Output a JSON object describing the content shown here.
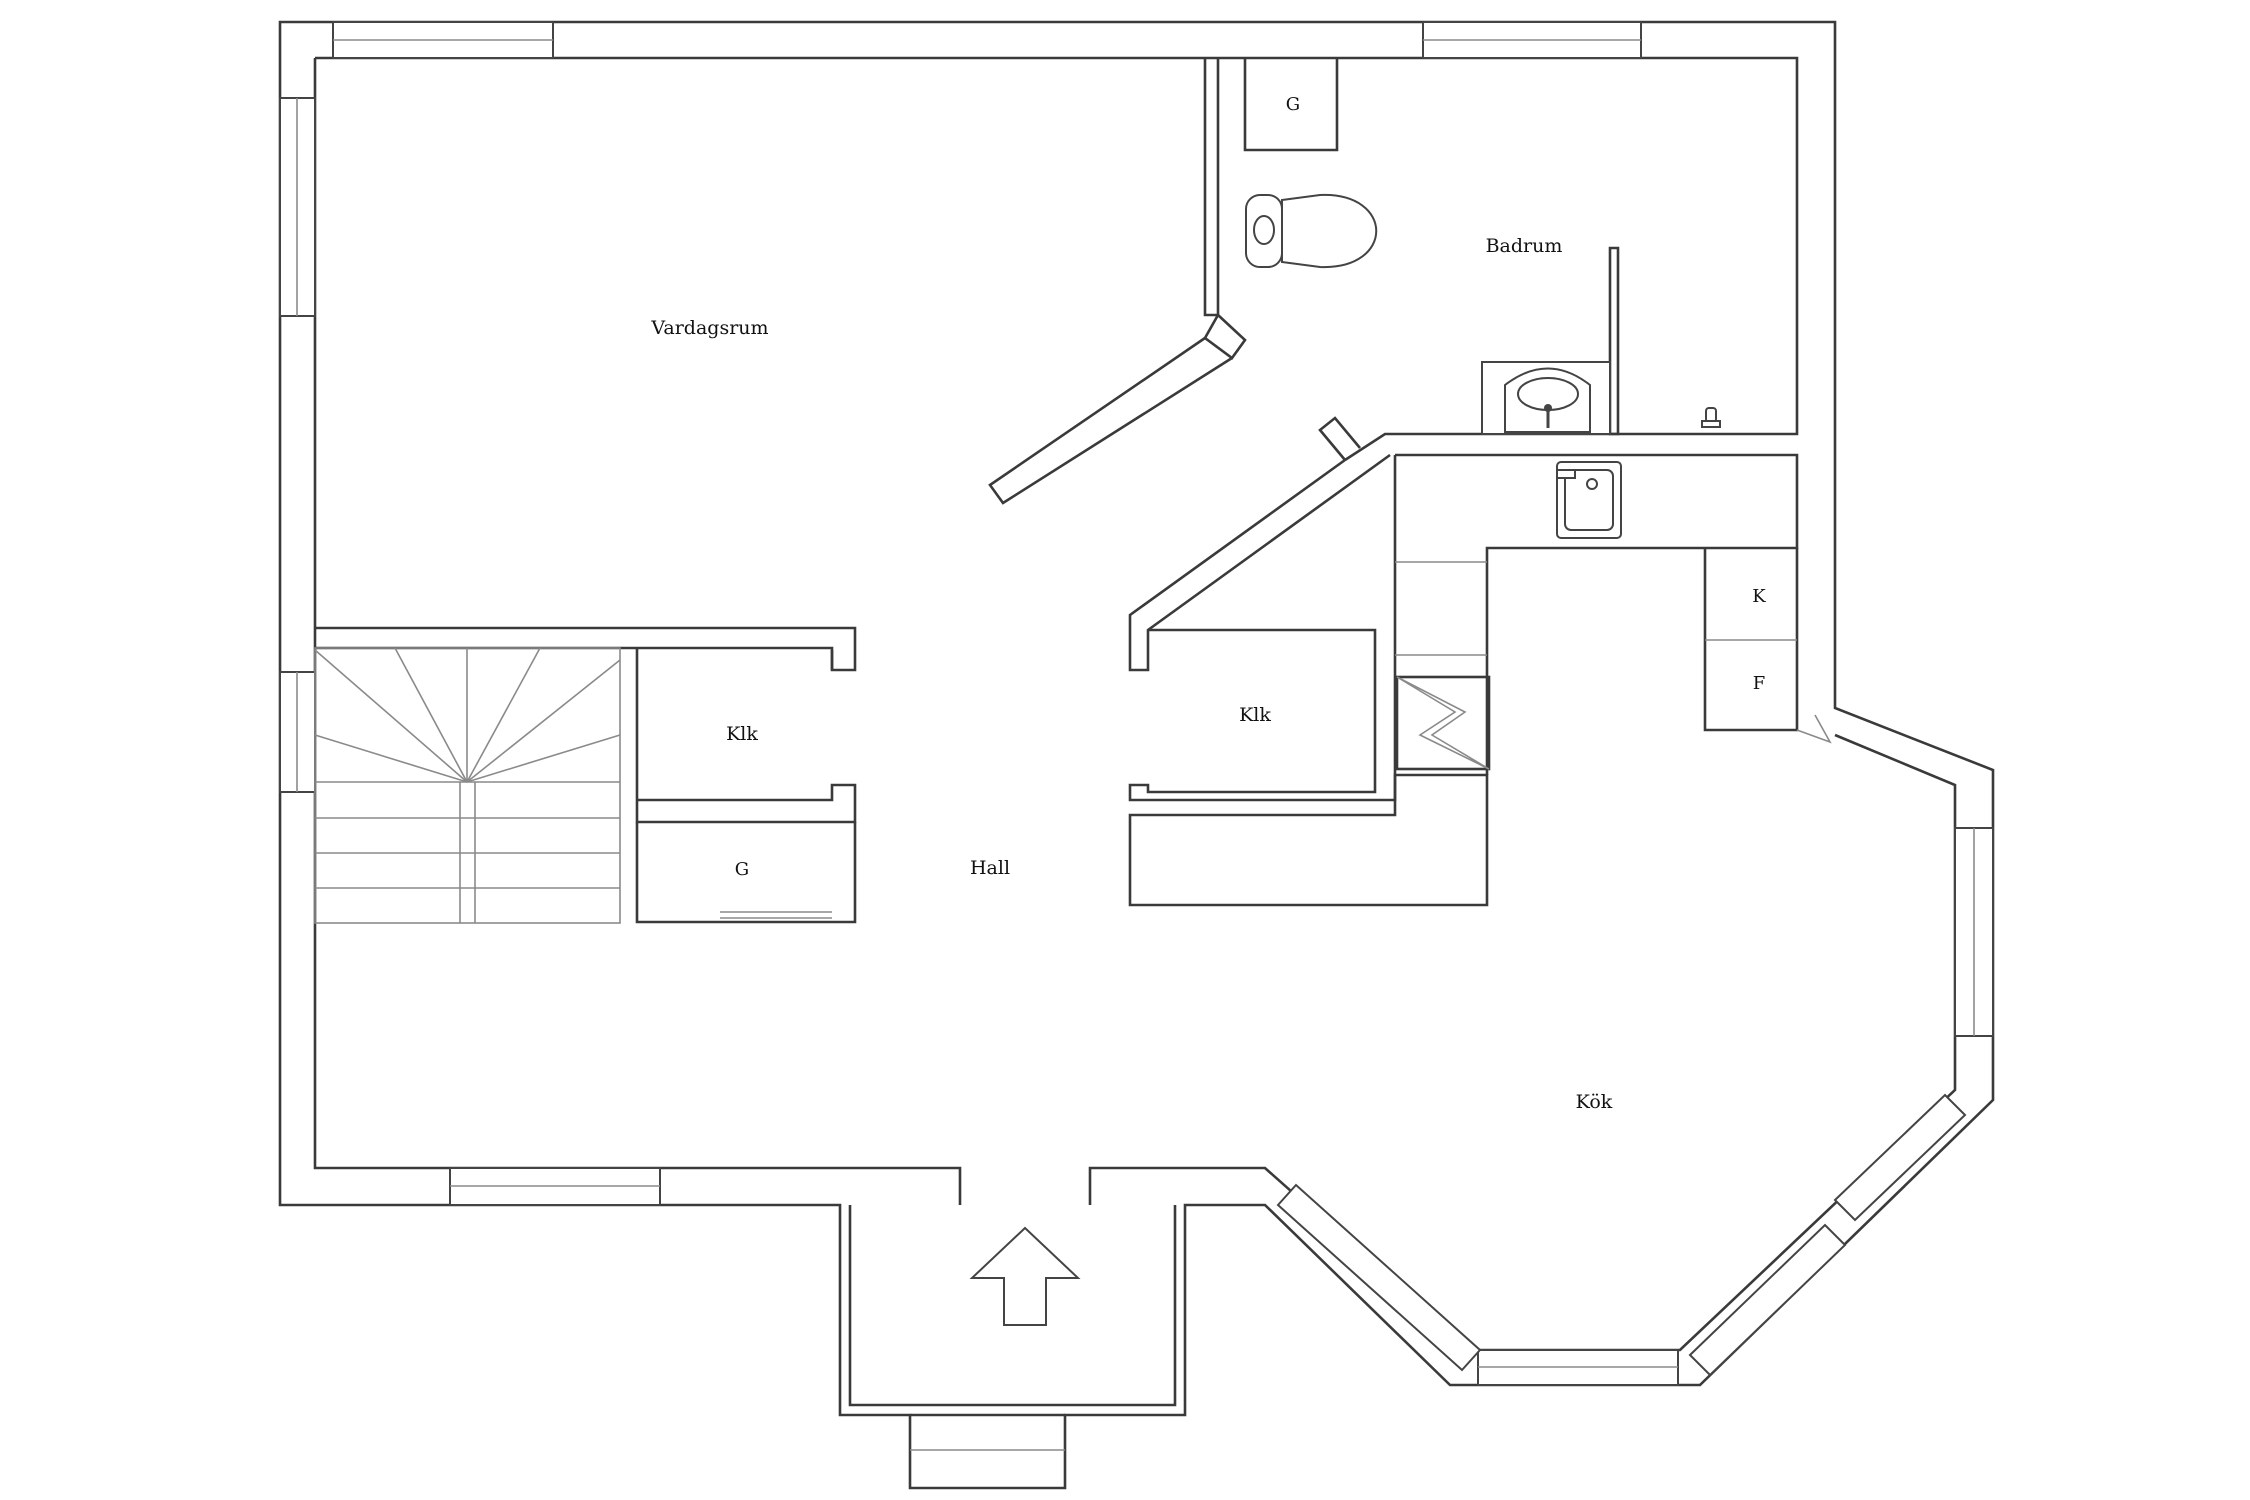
{
  "colors": {
    "wall": "#3a3a3a",
    "thin": "#8a8a8a",
    "background": "#ffffff"
  },
  "rooms": {
    "vardagsrum": "Vardagsrum",
    "badrum": "Badrum",
    "hall": "Hall",
    "kok": "Kök",
    "klk_left": "Klk",
    "klk_right": "Klk",
    "g_bath": "G",
    "g_hall": "G",
    "k_fridge": "K",
    "f_freezer": "F"
  },
  "icons": [
    "entrance-arrow-icon",
    "toilet-icon",
    "washbasin-icon",
    "kitchen-sink-icon",
    "faucet-icon",
    "stove-icon",
    "staircase-icon"
  ]
}
